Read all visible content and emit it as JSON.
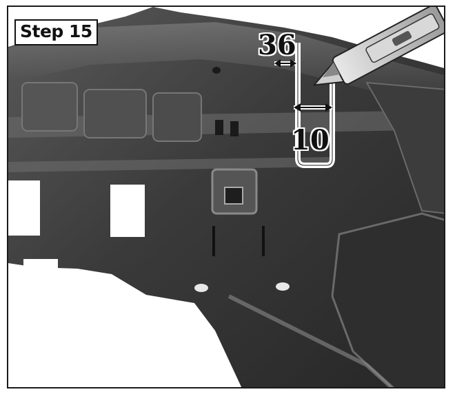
{
  "step_label": "Step 15",
  "dimensions": {
    "top": "36",
    "bottom": "10"
  },
  "colors": {
    "panel_dark": "#2a2a2a",
    "panel_mid": "#4a4a4a",
    "panel_light": "#7a7a7a",
    "cut_guide": "#ffffff",
    "frame_border": "#1a1a1a"
  },
  "icons": {
    "tool": "utility-knife-icon",
    "arrow": "double-headed-arrow-icon"
  }
}
